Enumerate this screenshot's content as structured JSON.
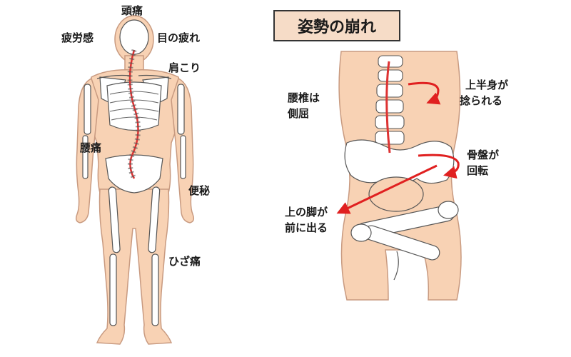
{
  "title": "姿勢の崩れ",
  "colors": {
    "skin": "#f8d2b4",
    "skin_outline": "#c89a80",
    "bone": "#ffffff",
    "bone_outline": "#555555",
    "spine_line": "#d33",
    "arrow": "#e02020",
    "title_bg": "#f6dcc7"
  },
  "left_labels": {
    "headache": "頭痛",
    "fatigue": "疲労感",
    "eye_strain": "目の疲れ",
    "stiff_shoulders": "肩こり",
    "back_pain": "腰痛",
    "constipation": "便秘",
    "knee_pain": "ひざ痛"
  },
  "right_labels": {
    "lumbar_l1": "腰椎は",
    "lumbar_l2": "側屈",
    "upper_l1": "上半身が",
    "upper_l2": "捻られる",
    "pelvis_l1": "骨盤が",
    "pelvis_l2": "回転",
    "leg_l1": "上の脚が",
    "leg_l2": "前に出る"
  },
  "icons": [
    "twist-arrow-icon",
    "rotate-arrow-icon",
    "forward-arrow-icon"
  ]
}
